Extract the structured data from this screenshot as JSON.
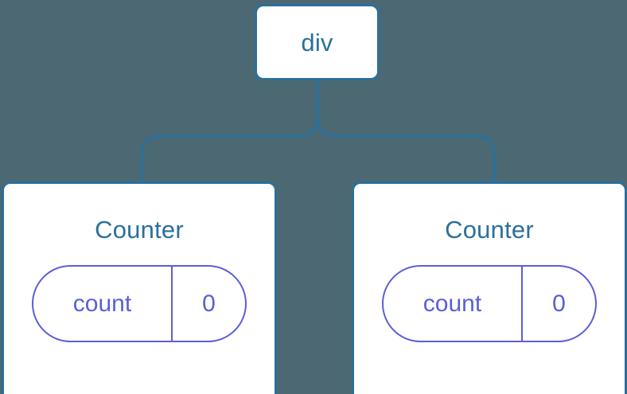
{
  "diagram": {
    "type": "component-tree",
    "background_color": "#4c6873",
    "node_border_color": "#2b7099",
    "node_fill_color": "#ffffff",
    "node_title_color": "#2b7099",
    "state_pill_color": "#5b5fd4",
    "edge_color": "#2b7099"
  },
  "root": {
    "label": "div"
  },
  "children": [
    {
      "label": "Counter",
      "state": {
        "key": "count",
        "value": "0"
      }
    },
    {
      "label": "Counter",
      "state": {
        "key": "count",
        "value": "0"
      }
    }
  ]
}
